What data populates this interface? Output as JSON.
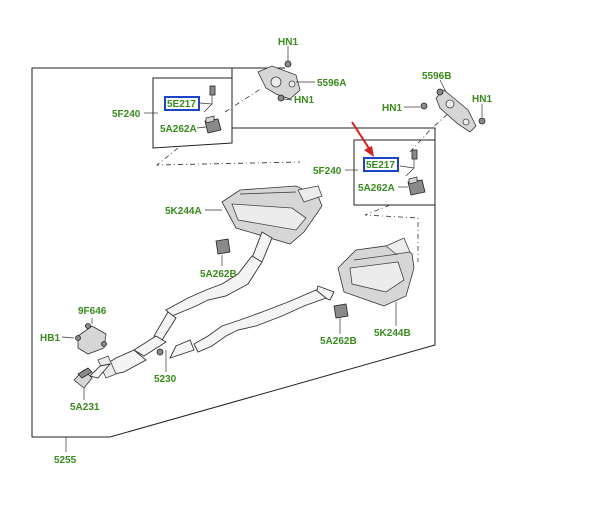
{
  "diagram": {
    "labels": {
      "hn1_top": "HN1",
      "p5596a": "5596A",
      "hn1_mid": "HN1",
      "p5596b": "5596B",
      "hn1_left": "HN1",
      "hn1_right": "HN1",
      "p5f240_a": "5F240",
      "p5e217_a": "5E217",
      "p5a262a_a": "5A262A",
      "p5f240_b": "5F240",
      "p5e217_b": "5E217",
      "p5a262a_b": "5A262A",
      "p5k244a": "5K244A",
      "p5a262b_a": "5A262B",
      "p9f646": "9F646",
      "hb1": "HB1",
      "p5230": "5230",
      "p5a231": "5A231",
      "p5a262b_b": "5A262B",
      "p5k244b": "5K244B",
      "p5255": "5255"
    },
    "colors": {
      "label_green": "#3a8a1e",
      "highlight_blue": "#1c44c8",
      "arrow_red": "#d42020"
    }
  }
}
